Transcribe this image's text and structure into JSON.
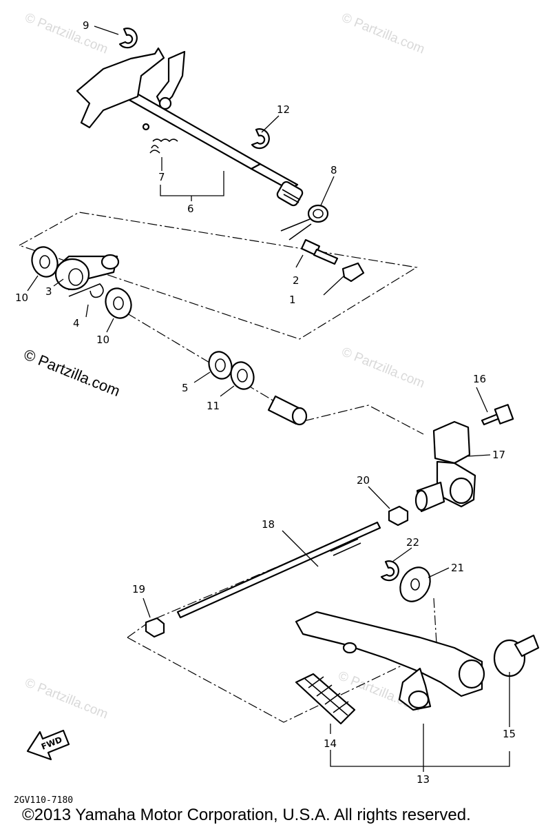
{
  "diagram": {
    "labels": {
      "p1": "1",
      "p2": "2",
      "p3": "3",
      "p4": "4",
      "p5": "5",
      "p6": "6",
      "p7": "7",
      "p8": "8",
      "p9": "9",
      "p10a": "10",
      "p10b": "10",
      "p11": "11",
      "p12": "12",
      "p13": "13",
      "p14": "14",
      "p15": "15",
      "p16": "16",
      "p17": "17",
      "p18": "18",
      "p19": "19",
      "p20": "20",
      "p21": "21",
      "p22": "22"
    },
    "fwd_label": "FWD",
    "drawing_code": "2GV110-7180",
    "watermark_main": "© Partzilla.com",
    "watermark_faint": "© Partzilla.com"
  },
  "footer": {
    "copyright": "©2013 Yamaha Motor Corporation, U.S.A. All rights reserved."
  }
}
